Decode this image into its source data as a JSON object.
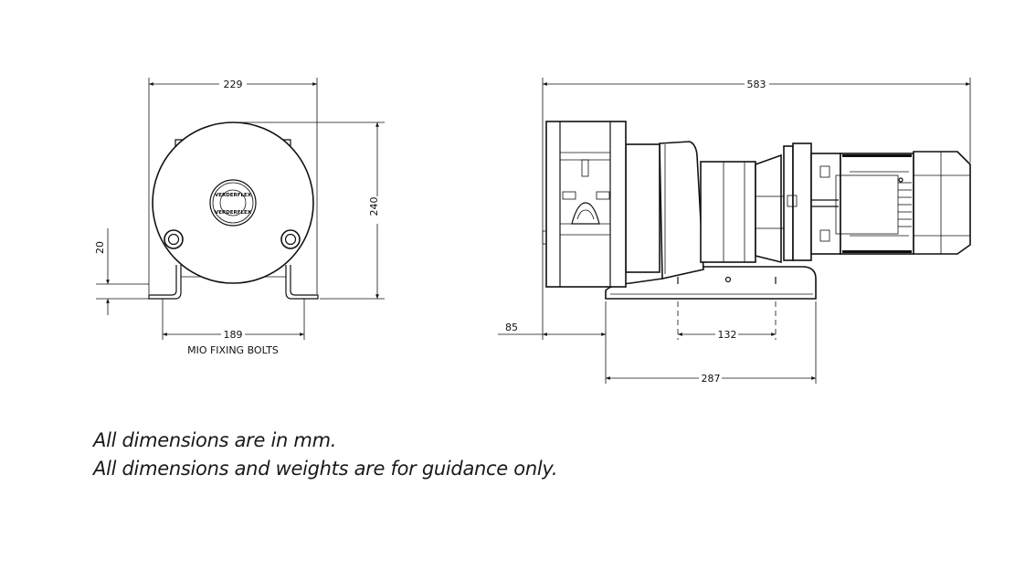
{
  "front_view": {
    "width_dim": "229",
    "height_dim": "240",
    "foot_dim": "20",
    "bolt_spacing_dim": "189",
    "bolt_label": "MIO FIXING BOLTS",
    "logo_text": "VERDERFLEX"
  },
  "side_view": {
    "overall_length_dim": "583",
    "offset_dim": "85",
    "hole_spacing_dim": "132",
    "base_length_dim": "287"
  },
  "notes": [
    "All dimensions are in mm.",
    "All dimensions and weights are for guidance only."
  ]
}
